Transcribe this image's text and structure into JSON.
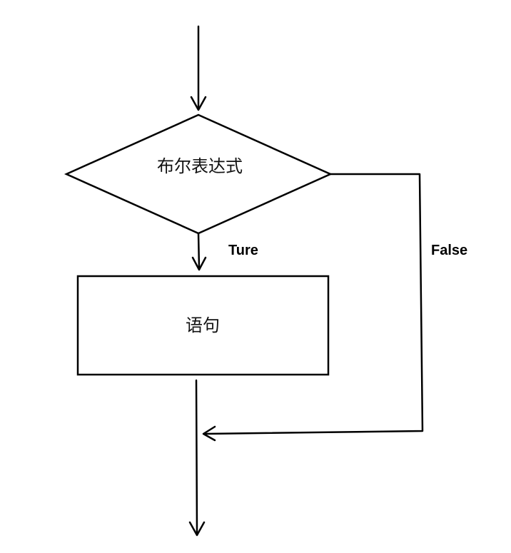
{
  "flowchart": {
    "condition": {
      "label": "布尔表达式"
    },
    "statement": {
      "label": "语句"
    },
    "edges": {
      "true_label": "Ture",
      "false_label": "False"
    }
  }
}
